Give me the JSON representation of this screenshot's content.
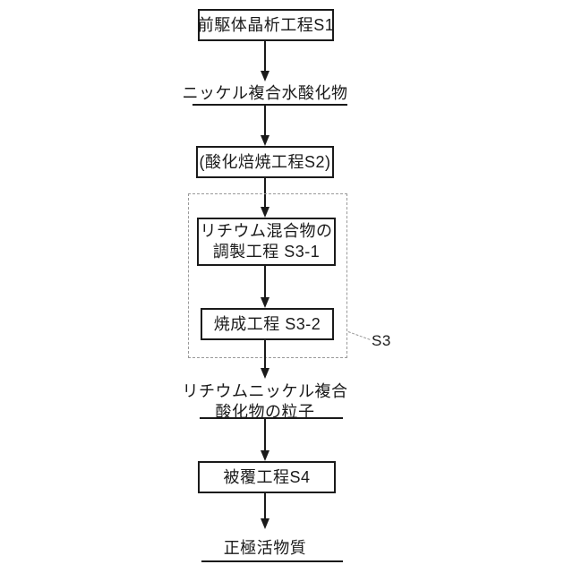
{
  "figure": {
    "background": "#ffffff",
    "line_color": "#1a1a1a",
    "group_border_color": "#999999",
    "boxes": {
      "s1": {
        "label": "前駆体晶析工程S1"
      },
      "s2": {
        "label": "(酸化焙焼工程S2)"
      },
      "s3_1": {
        "line1": "リチウム混合物の",
        "line2": "調製工程 S3-1"
      },
      "s3_2": {
        "label": "焼成工程 S3-2"
      },
      "s4": {
        "label": "被覆工程S4"
      }
    },
    "materials": {
      "nickel_hydroxide": {
        "label": "ニッケル複合水酸化物"
      },
      "lithium_nickel_oxide": {
        "line1": "リチウムニッケル複合",
        "line2": "酸化物の粒子"
      },
      "cathode_active_material": {
        "label": "正極活物質"
      }
    },
    "group_label": "S3"
  }
}
